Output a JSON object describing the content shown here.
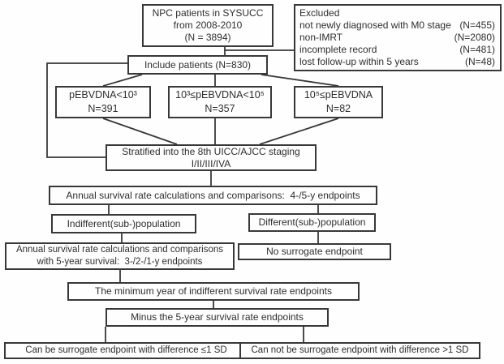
{
  "flowchart": {
    "top": {
      "line1": "NPC patients in SYSUCC",
      "line2": "from 2008-2010",
      "line3": "(N = 3894)"
    },
    "excluded": {
      "title": "Excluded",
      "items": [
        {
          "label": "not newly diagnosed with M0 stage",
          "count": "(N=455)"
        },
        {
          "label": "non-IMRT",
          "count": "(N=2080)"
        },
        {
          "label": "incomplete record",
          "count": "(N=481)"
        },
        {
          "label": "lost follow-up within 5 years",
          "count": "(N=48)"
        }
      ]
    },
    "include": {
      "text": "Include patients (N=830)"
    },
    "groups": [
      {
        "line1": "pEBVDNA<10³",
        "line2": "N=391"
      },
      {
        "line1": "10³≤pEBVDNA<10⁵",
        "line2": "N=357"
      },
      {
        "line1": "10⁵≤pEBVDNA",
        "line2": "N=82"
      }
    ],
    "stratified": {
      "line1": "Stratified into the 8th UICC/AJCC staging",
      "line2": "I/II/III/IVA"
    },
    "annual_4_5": {
      "text": "Annual survival rate calculations and comparisons:  4-/5-y endpoints"
    },
    "indifferent": {
      "text": "Indifferent(sub-)population"
    },
    "different": {
      "text": "Different(sub-)population"
    },
    "annual_3_2_1": {
      "line1": "Annual survival rate calculations and comparisons",
      "line2": "with 5-year survival:  3-/2-/1-y endpoints"
    },
    "no_surrogate": {
      "text": "No surrogate endpoint"
    },
    "minimum_year": {
      "text": "The minimum year of indifferent survival rate endpoints"
    },
    "minus_5year": {
      "text": "Minus the 5-year survival rate endpoints"
    },
    "can_be": {
      "text": "Can be surrogate endpoint with difference ≤1 SD"
    },
    "cannot_be": {
      "text": "Can not be surrogate endpoint with difference >1 SD"
    }
  }
}
